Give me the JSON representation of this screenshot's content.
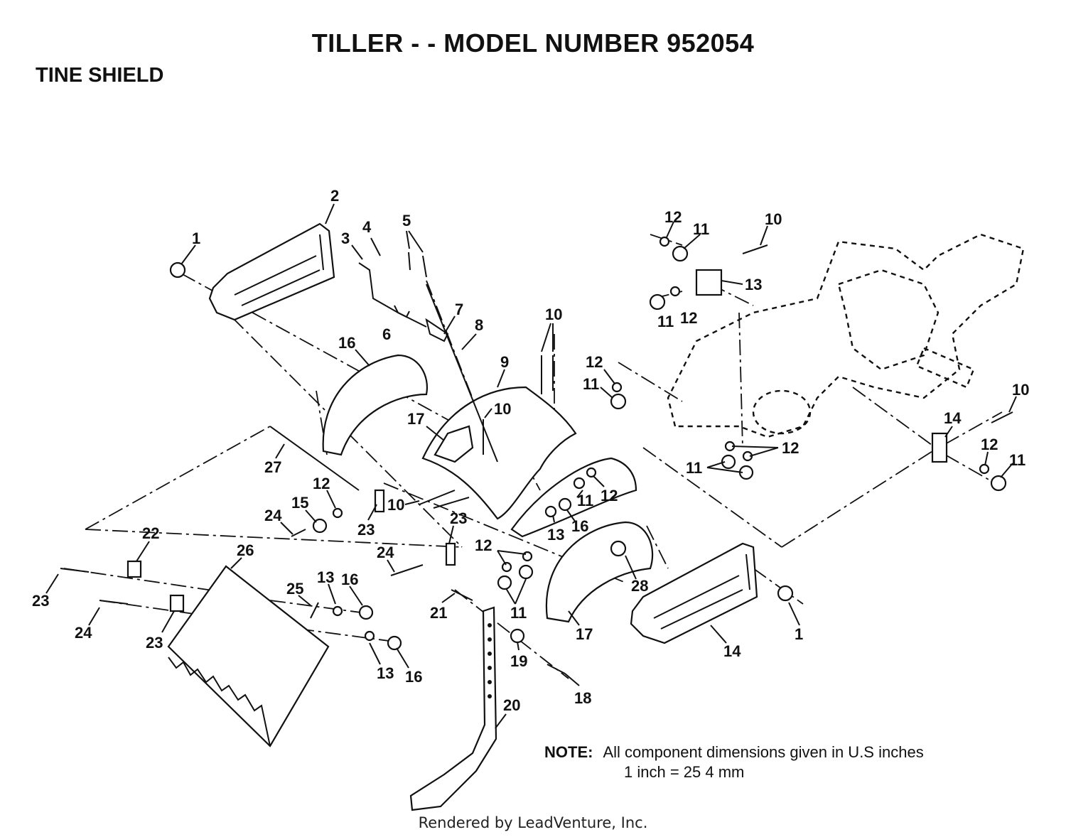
{
  "title": "TILLER - - MODEL NUMBER 952054",
  "subtitle": "TINE SHIELD",
  "note_label": "NOTE:",
  "note_line1": "All component dimensions given in U.S inches",
  "note_line2": "1 inch = 25 4 mm",
  "footer": "Rendered by LeadVenture, Inc.",
  "callouts": [
    "1",
    "2",
    "3",
    "4",
    "5",
    "6",
    "7",
    "8",
    "9",
    "10",
    "10",
    "10",
    "10",
    "10",
    "11",
    "11",
    "11",
    "11",
    "11",
    "11",
    "11",
    "12",
    "12",
    "12",
    "12",
    "12",
    "12",
    "12",
    "12",
    "13",
    "13",
    "13",
    "13",
    "14",
    "14",
    "15",
    "16",
    "16",
    "16",
    "16",
    "17",
    "17",
    "18",
    "19",
    "20",
    "21",
    "22",
    "23",
    "23",
    "23",
    "23",
    "24",
    "24",
    "24",
    "25",
    "26",
    "27",
    "28",
    "1"
  ]
}
